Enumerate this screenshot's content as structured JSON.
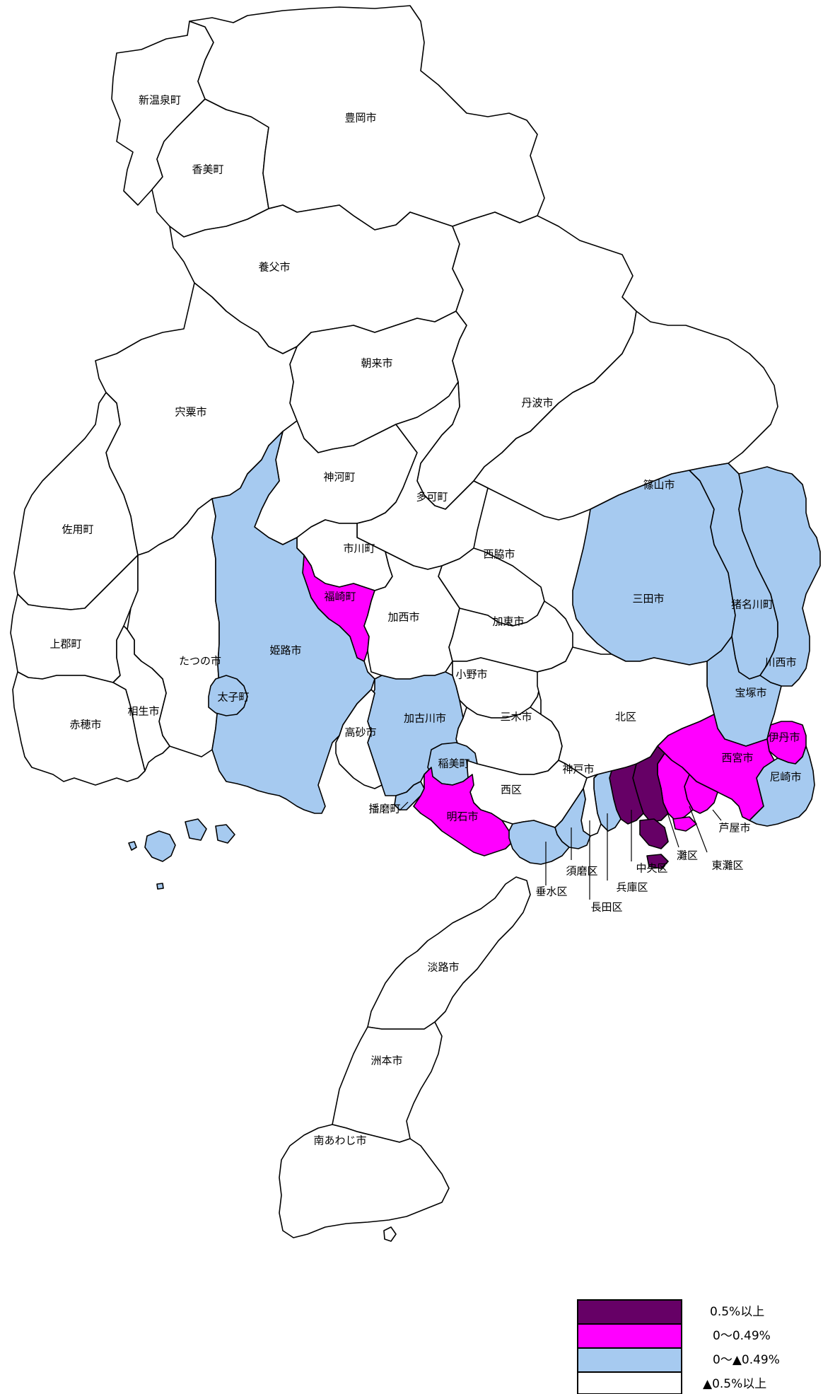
{
  "colors": {
    "c1": "#660066",
    "c2": "#ff00ff",
    "c3": "#a6caf0",
    "c4": "#ffffff"
  },
  "legend": [
    {
      "class": "c1",
      "label": "0.5%以上"
    },
    {
      "class": "c2",
      "label": "0～0.49%"
    },
    {
      "class": "c3",
      "label": "0～▲0.49%"
    },
    {
      "class": "c4",
      "label": "▲0.5%以上"
    }
  ],
  "municipalities": [
    {
      "id": "shinonsen",
      "name": "新温泉町",
      "class": "c4"
    },
    {
      "id": "kami",
      "name": "香美町",
      "class": "c4"
    },
    {
      "id": "toyooka",
      "name": "豊岡市",
      "class": "c4"
    },
    {
      "id": "yabu",
      "name": "養父市",
      "class": "c4"
    },
    {
      "id": "asago",
      "name": "朝来市",
      "class": "c4"
    },
    {
      "id": "shiso",
      "name": "宍粟市",
      "class": "c4"
    },
    {
      "id": "tamba",
      "name": "丹波市",
      "class": "c4"
    },
    {
      "id": "sasayama",
      "name": "篠山市",
      "class": "c4"
    },
    {
      "id": "kamikawa",
      "name": "神河町",
      "class": "c4"
    },
    {
      "id": "taka",
      "name": "多可町",
      "class": "c4"
    },
    {
      "id": "sayo",
      "name": "佐用町",
      "class": "c4"
    },
    {
      "id": "ichikawa",
      "name": "市川町",
      "class": "c4"
    },
    {
      "id": "nishiwaki",
      "name": "西脇市",
      "class": "c4"
    },
    {
      "id": "fukusaki",
      "name": "福崎町",
      "class": "c2"
    },
    {
      "id": "kasai",
      "name": "加西市",
      "class": "c4"
    },
    {
      "id": "kato",
      "name": "加東市",
      "class": "c4"
    },
    {
      "id": "sanda",
      "name": "三田市",
      "class": "c3"
    },
    {
      "id": "inagawa",
      "name": "猪名川町",
      "class": "c3"
    },
    {
      "id": "kamigori",
      "name": "上郡町",
      "class": "c4"
    },
    {
      "id": "tatsuno",
      "name": "たつの市",
      "class": "c4"
    },
    {
      "id": "himeji",
      "name": "姫路市",
      "class": "c3"
    },
    {
      "id": "ono",
      "name": "小野市",
      "class": "c4"
    },
    {
      "id": "kawanishi",
      "name": "川西市",
      "class": "c3"
    },
    {
      "id": "taishi",
      "name": "太子町",
      "class": "c3"
    },
    {
      "id": "ako",
      "name": "赤穂市",
      "class": "c4"
    },
    {
      "id": "aioi",
      "name": "相生市",
      "class": "c4"
    },
    {
      "id": "takarazuka",
      "name": "宝塚市",
      "class": "c3"
    },
    {
      "id": "miki",
      "name": "三木市",
      "class": "c4"
    },
    {
      "id": "kita",
      "name": "北区",
      "class": "c4"
    },
    {
      "id": "kakogawa",
      "name": "加古川市",
      "class": "c3"
    },
    {
      "id": "takasago",
      "name": "高砂市",
      "class": "c4"
    },
    {
      "id": "itami",
      "name": "伊丹市",
      "class": "c2"
    },
    {
      "id": "inami",
      "name": "稲美町",
      "class": "c3"
    },
    {
      "id": "nishinomiya",
      "name": "西宮市",
      "class": "c2"
    },
    {
      "id": "kobe_label",
      "name": "神戸市",
      "class": "c4"
    },
    {
      "id": "nishiku",
      "name": "西区",
      "class": "c4"
    },
    {
      "id": "amagasaki",
      "name": "尼崎市",
      "class": "c3"
    },
    {
      "id": "harima",
      "name": "播磨町",
      "class": "c3"
    },
    {
      "id": "akashi",
      "name": "明石市",
      "class": "c2"
    },
    {
      "id": "ashiya",
      "name": "芦屋市",
      "class": "c2"
    },
    {
      "id": "nada",
      "name": "灘区",
      "class": "c1"
    },
    {
      "id": "higashinada",
      "name": "東灘区",
      "class": "c2"
    },
    {
      "id": "chuo",
      "name": "中央区",
      "class": "c1"
    },
    {
      "id": "suma",
      "name": "須磨区",
      "class": "c3"
    },
    {
      "id": "hyogo",
      "name": "兵庫区",
      "class": "c3"
    },
    {
      "id": "tarumi",
      "name": "垂水区",
      "class": "c3"
    },
    {
      "id": "nagata",
      "name": "長田区",
      "class": "c4"
    },
    {
      "id": "awaji",
      "name": "淡路市",
      "class": "c4"
    },
    {
      "id": "sumoto",
      "name": "洲本市",
      "class": "c4"
    },
    {
      "id": "minamiawaji",
      "name": "南あわじ市",
      "class": "c4"
    }
  ]
}
